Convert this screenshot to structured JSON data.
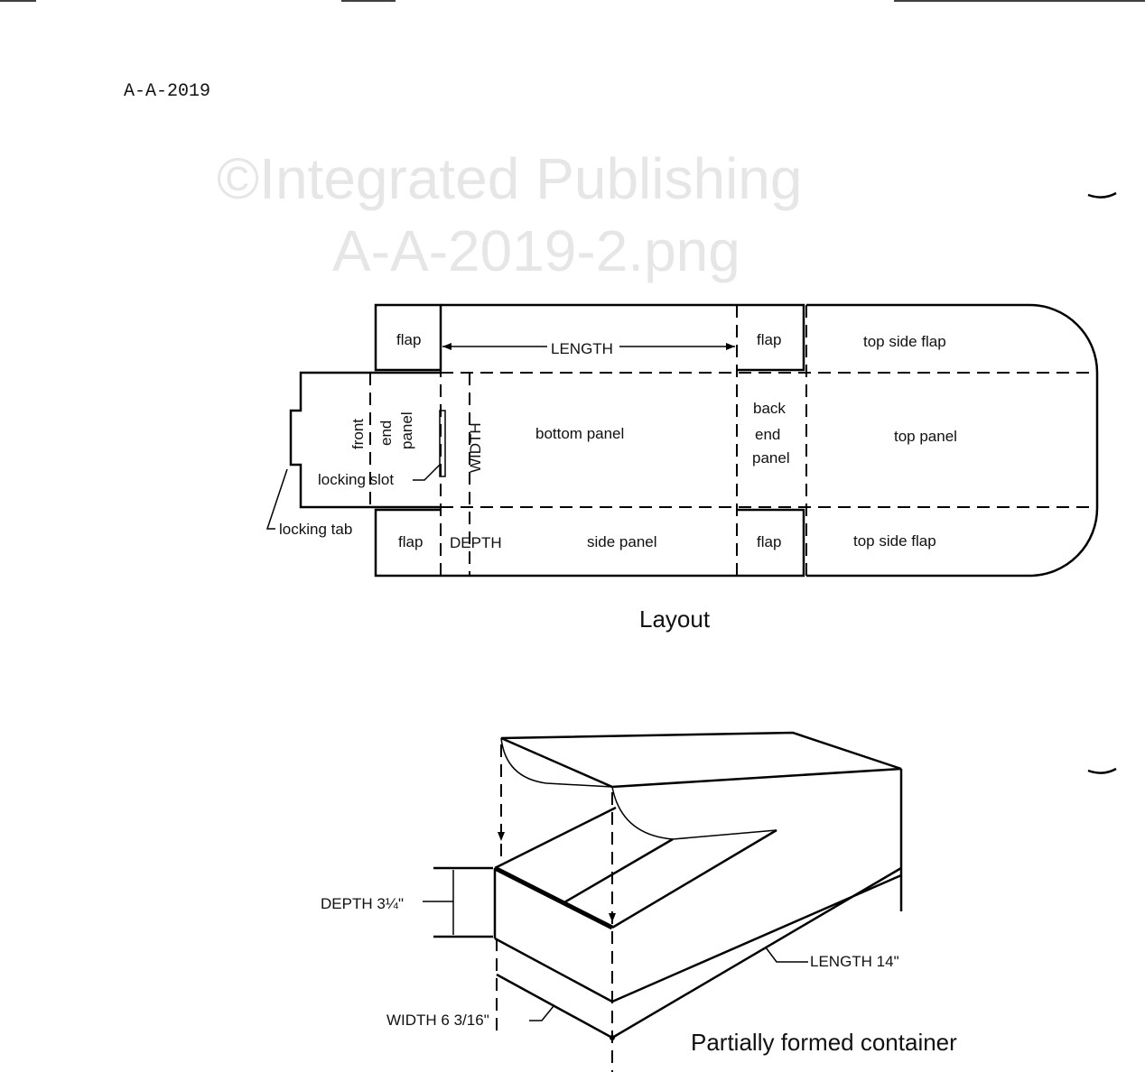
{
  "doc_id": "A-A-2019",
  "watermark": {
    "line1": "©Integrated Publishing",
    "line2": "A-A-2019-2.png"
  },
  "layout": {
    "caption": "Layout",
    "labels": {
      "flap_top_left": "flap",
      "flap_top_right": "flap",
      "length": "LENGTH",
      "top_side_flap_upper": "top  side  flap",
      "front": "front",
      "end": "end",
      "panel": "panel",
      "locking_slot": "locking  slot",
      "locking_tab": "locking  tab",
      "width": "WIDTH",
      "bottom_panel": "bottom  panel",
      "back": "back",
      "back_end": "end",
      "back_panel": "panel",
      "top_panel": "top  panel",
      "flap_bottom_left": "flap",
      "depth": "DEPTH",
      "side_panel": "side  panel",
      "flap_bottom_right": "flap",
      "top_side_flap_lower": "top  side  flap"
    }
  },
  "container": {
    "caption": "Partially formed container",
    "depth": "DEPTH 3¼\"",
    "length": "LENGTH  14\"",
    "width": "WIDTH  6  3/16\""
  }
}
